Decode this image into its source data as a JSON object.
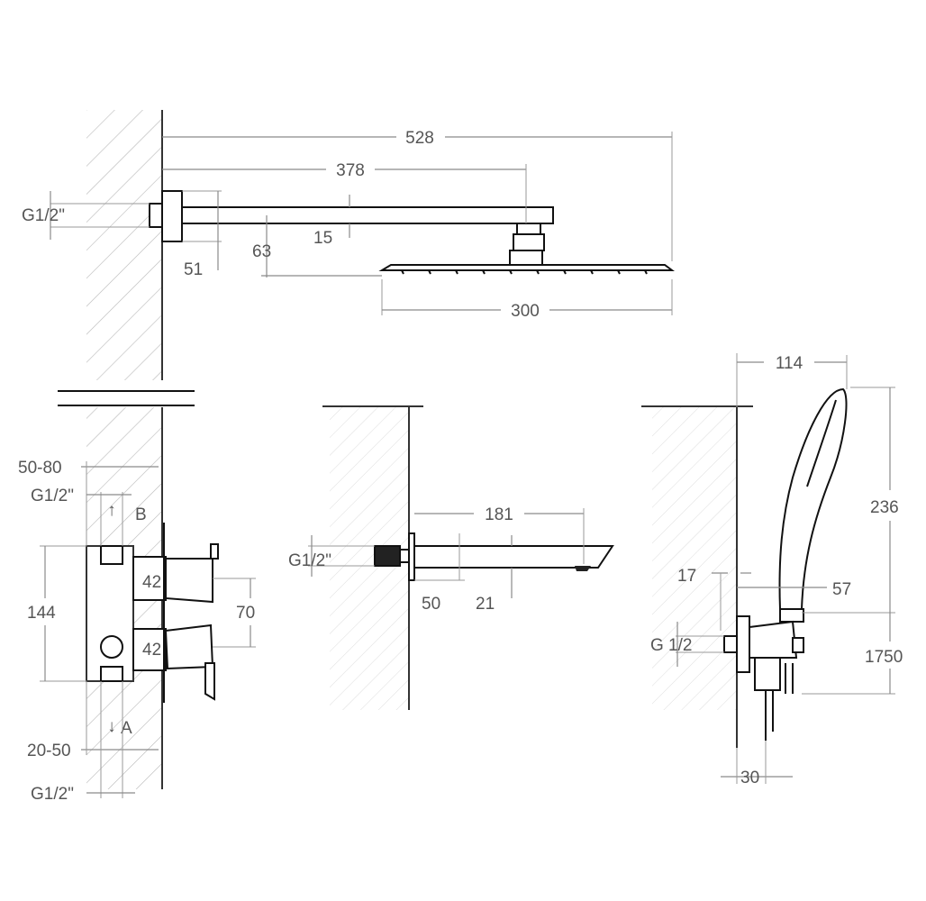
{
  "dimensions": {
    "shower_arm": {
      "total_length": "528",
      "arm_length": "378",
      "thread": "G1/2\"",
      "flange_height": "51",
      "head_drop": "63",
      "arm_thickness": "15",
      "head_width": "300"
    },
    "mixer": {
      "wall_depth": "50-80",
      "thread_top": "G1/2\"",
      "outlet_b": "B",
      "body_height": "144",
      "valve_upper": "42",
      "valve_lower": "42",
      "valve_spacing": "70",
      "outlet_a": "A",
      "wall_depth_bottom": "20-50",
      "thread_bottom": "G1/2\""
    },
    "spout": {
      "length": "181",
      "thread": "G1/2\"",
      "flange": "50",
      "spout_height": "21"
    },
    "hand_shower": {
      "width": "114",
      "height": "236",
      "offset": "17",
      "holder_depth": "57",
      "thread": "G 1/2",
      "hose_length": "1750",
      "outlet_width": "30"
    }
  },
  "colors": {
    "line": "#111111",
    "dimension": "#555555",
    "hatch": "#bdbdbd"
  }
}
